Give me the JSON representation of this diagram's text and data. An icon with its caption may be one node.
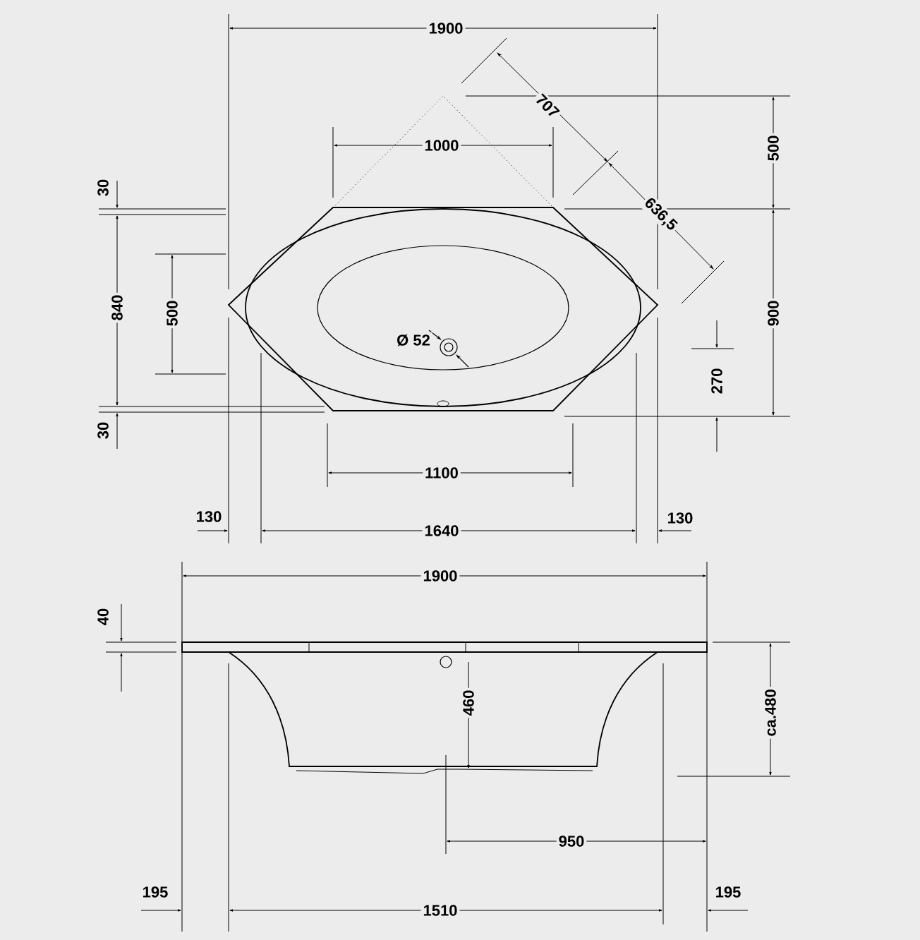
{
  "diagram": {
    "labels": [
      "1900",
      "707",
      "500",
      "1000",
      "636,5",
      "30",
      "840",
      "500",
      "900",
      "Ø 52",
      "270",
      "30",
      "1100",
      "130",
      "1640",
      "130",
      "1900",
      "40",
      "460",
      "ca.480",
      "950",
      "195",
      "1510",
      "195"
    ]
  }
}
